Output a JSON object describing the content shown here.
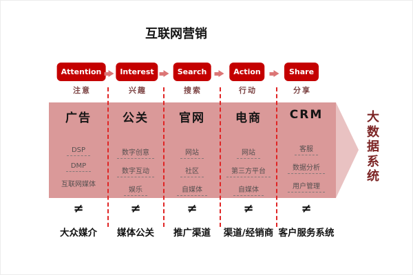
{
  "title": "互联网营销",
  "funnel": {
    "stages": [
      {
        "en": "Attention",
        "zh": "注意"
      },
      {
        "en": "Interest",
        "zh": "兴趣"
      },
      {
        "en": "Search",
        "zh": "搜索"
      },
      {
        "en": "Action",
        "zh": "行动"
      },
      {
        "en": "Share",
        "zh": "分享"
      }
    ]
  },
  "band": {
    "columns": [
      {
        "header": "广告",
        "items": [
          "DSP",
          "DMP",
          "互联网媒体"
        ],
        "bottom_label": "大众媒介"
      },
      {
        "header": "公关",
        "items": [
          "数字创意",
          "数字互动",
          "娱乐"
        ],
        "bottom_label": "媒体公关"
      },
      {
        "header": "官网",
        "items": [
          "网站",
          "社区",
          "自媒体"
        ],
        "bottom_label": "推广渠道"
      },
      {
        "header": "电商",
        "items": [
          "网站",
          "第三方平台",
          "自媒体"
        ],
        "bottom_label": "渠道/经销商"
      },
      {
        "header": "CRM",
        "items": [
          "客服",
          "数据分析",
          "用户管理"
        ],
        "bottom_label": "客户服务系统"
      }
    ]
  },
  "not_equal_symbol": "≠",
  "right_label": "大数据系统",
  "colors": {
    "stage_button": "#c40000",
    "flow_arrow": "#dc7676",
    "band": "#da9999",
    "band_arrowhead": "#e9c2c2",
    "dashed_divider": "#e02424",
    "right_label_text": "#7c2525",
    "stage_zh_text": "#7d4545",
    "item_text": "#575050"
  }
}
